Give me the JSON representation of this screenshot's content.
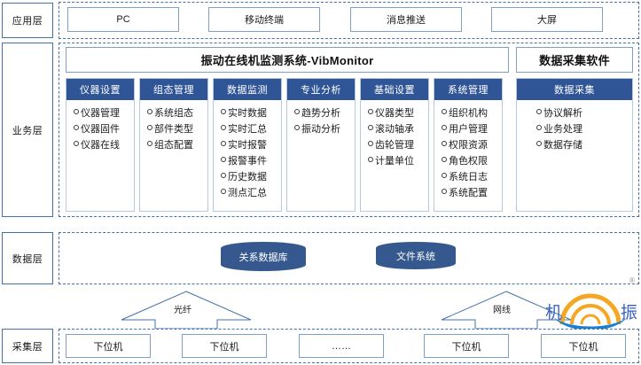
{
  "diagram": {
    "title": "振动在线机监测系统-VibMonitor",
    "acquisition_software_title": "数据采集软件",
    "colors": {
      "module_header_bg": "#2f5597",
      "cylinder_fill": "#35598f",
      "box_border": "#7f9fc4",
      "dashed_border": "#4472a8",
      "watermark_arc": "#f5a623",
      "watermark_base": "#1a7fd4",
      "watermark_text": "#3b62c0"
    },
    "layers": [
      {
        "name": "application-layer",
        "label": "应用层"
      },
      {
        "name": "business-layer",
        "label": "业务层"
      },
      {
        "name": "data-layer",
        "label": "数据层"
      },
      {
        "name": "acquisition-layer",
        "label": "采集层"
      }
    ],
    "application_items": [
      {
        "label": "PC"
      },
      {
        "label": "移动终端"
      },
      {
        "label": "消息推送"
      },
      {
        "label": "大屏"
      }
    ],
    "modules": [
      {
        "header": "仪器设置",
        "items": [
          "仪器管理",
          "仪器固件",
          "仪器在线"
        ]
      },
      {
        "header": "组态管理",
        "items": [
          "系统组态",
          "部件类型",
          "组态配置"
        ]
      },
      {
        "header": "数据监测",
        "items": [
          "实时数据",
          "实时汇总",
          "实时报警",
          "报警事件",
          "历史数据",
          "测点汇总"
        ]
      },
      {
        "header": "专业分析",
        "items": [
          "趋势分析",
          "振动分析"
        ]
      },
      {
        "header": "基础设置",
        "items": [
          "仪器类型",
          "滚动轴承",
          "齿轮管理",
          "计量单位"
        ]
      },
      {
        "header": "系统管理",
        "items": [
          "组织机构",
          "用户管理",
          "权限资源",
          "角色权限",
          "系统日志",
          "系统配置"
        ]
      }
    ],
    "acquisition_module": {
      "header": "数据采集",
      "items": [
        "协议解析",
        "业务处理",
        "数据存储"
      ]
    },
    "data_stores": [
      {
        "label": "关系数据库"
      },
      {
        "label": "文件系统"
      }
    ],
    "connections": [
      {
        "label": "光纤"
      },
      {
        "label": "网线"
      }
    ],
    "acquisition_items": [
      {
        "label": "下位机"
      },
      {
        "label": "下位机"
      },
      {
        "label": "……"
      },
      {
        "label": "下位机"
      },
      {
        "label": "下位机"
      }
    ],
    "watermark": {
      "left_char": "机",
      "right_char": "振",
      "registered_mark": "®"
    }
  }
}
